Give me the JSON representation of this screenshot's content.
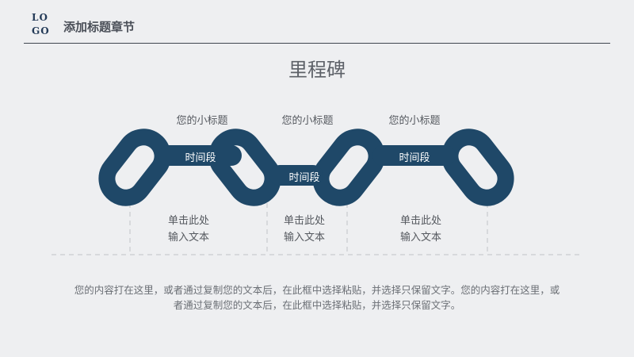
{
  "header": {
    "logo_line1": "LO",
    "logo_line2": "GO",
    "title": "添加标题章节"
  },
  "main": {
    "title": "里程碑",
    "milestones": [
      {
        "subtitle": "您的小标题",
        "segment": "时间段",
        "click_line1": "单击此处",
        "click_line2": "输入文本"
      },
      {
        "subtitle": "您的小标题",
        "segment": "时间段",
        "click_line1": "单击此处",
        "click_line2": "输入文本"
      },
      {
        "subtitle": "您的小标题",
        "segment": "时间段",
        "click_line1": "单击此处",
        "click_line2": "输入文本"
      }
    ],
    "body_line1": "您的内容打在这里，或者通过复制您的文本后，在此框中选择粘贴，并选择只保留文字。您的内容打在这里，或",
    "body_line2": "者通过复制您的文本后，在此框中选择粘贴，并选择只保留文字。"
  },
  "colors": {
    "chain": "#1f4868",
    "background": "#eeeff1",
    "dashed_line": "#cfd2d6"
  }
}
